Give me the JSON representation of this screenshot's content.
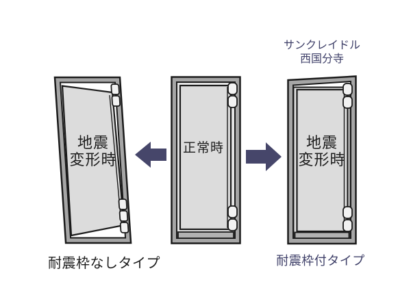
{
  "diagram": {
    "project_label": {
      "line1": "サンクレイドル",
      "line2": "西国分寺"
    },
    "door_left": {
      "label_line1": "地震",
      "label_line2": "変形時",
      "caption": "耐震枠なしタイプ"
    },
    "door_center": {
      "label": "正常時"
    },
    "door_right": {
      "label_line1": "地震",
      "label_line2": "変形時",
      "caption": "耐震枠付タイプ"
    }
  },
  "icons": {
    "arrow_left": "block-arrow-left",
    "arrow_right": "block-arrow-right"
  },
  "colors": {
    "accent_navy": "#46466a",
    "caption_navy": "#3e3f68",
    "text_black": "#1c1c1c",
    "outline_black": "#1a1a1a",
    "frame_gray": "#a6a6a6",
    "panel_gray": "#dcdcdc",
    "gap_gray": "#e4e4e4",
    "sill_gray": "#b2b2b2",
    "hinge_white": "#f2f2f2",
    "background": "#ffffff"
  }
}
